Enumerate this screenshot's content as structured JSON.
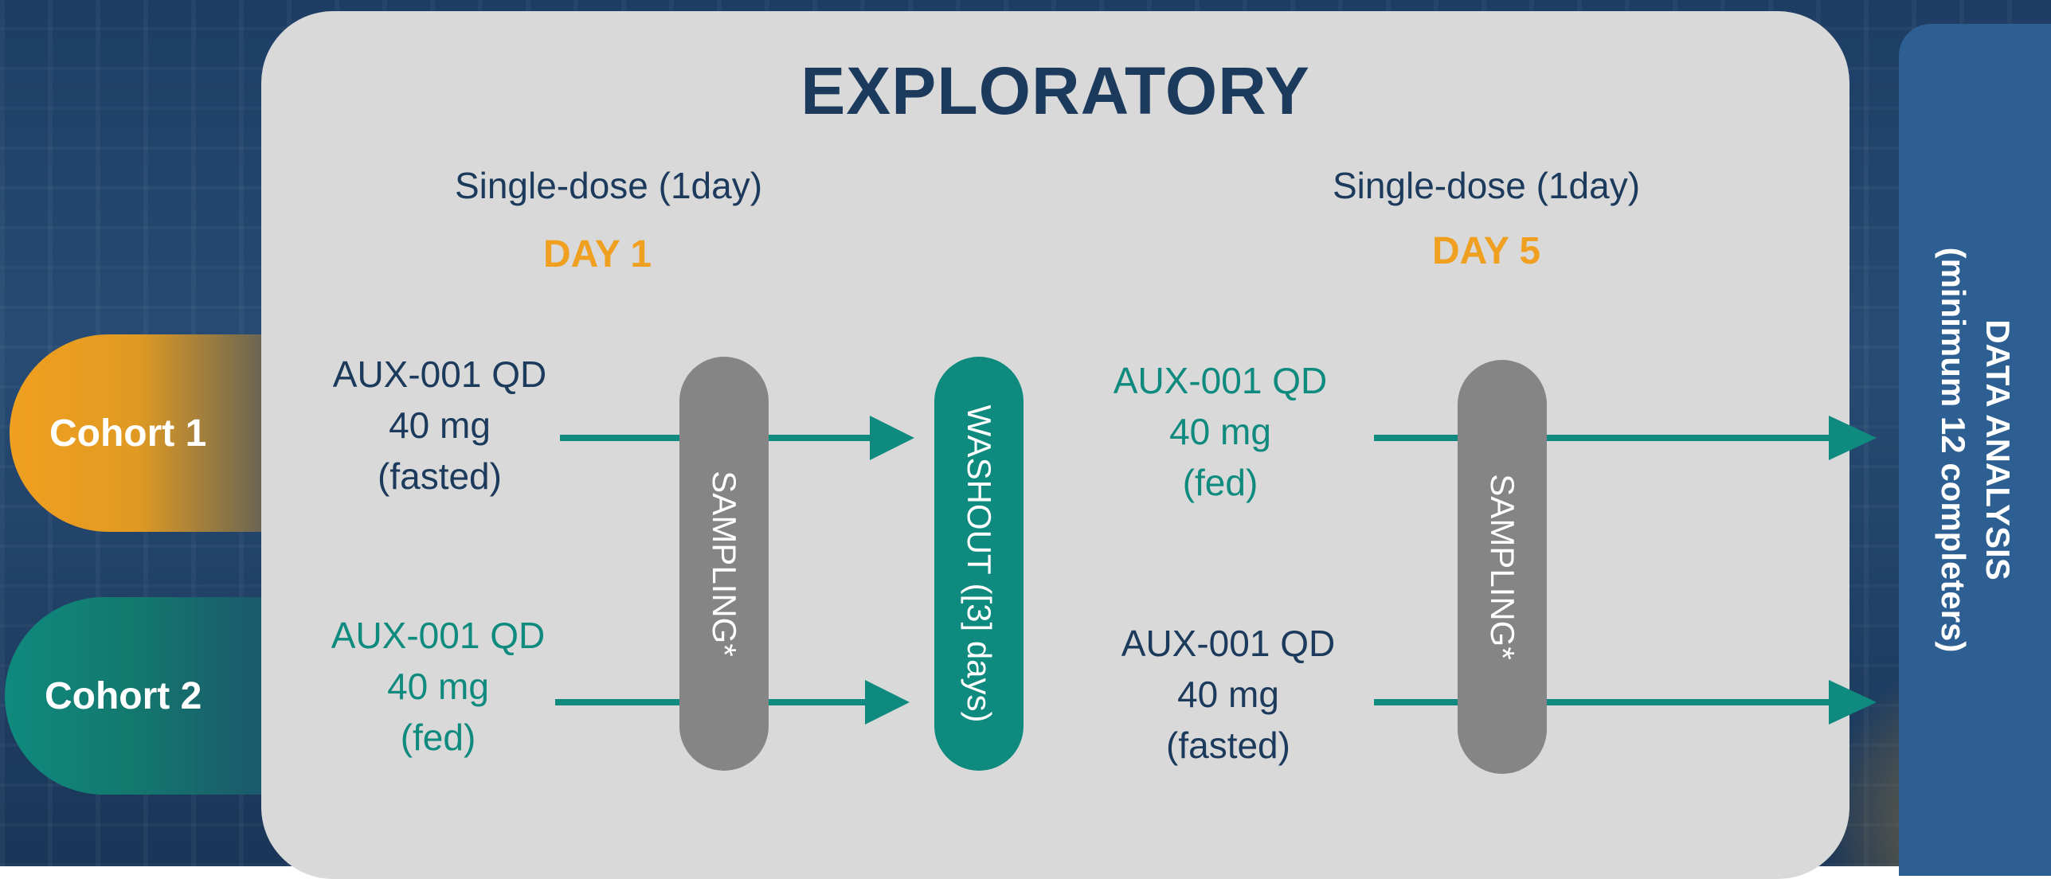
{
  "title": "EXPLORATORY",
  "periods": [
    {
      "subtitle": "Single-dose (1day)",
      "day": "DAY 1"
    },
    {
      "subtitle": "Single-dose (1day)",
      "day": "DAY 5"
    }
  ],
  "cohorts": [
    {
      "label": "Cohort 1"
    },
    {
      "label": "Cohort 2"
    }
  ],
  "doses": {
    "c1_p1": {
      "line1": "AUX-001 QD",
      "line2": "40 mg",
      "line3": "(fasted)"
    },
    "c2_p1": {
      "line1": "AUX-001 QD",
      "line2": "40 mg",
      "line3": "(fed)"
    },
    "c1_p2": {
      "line1": "AUX-001 QD",
      "line2": "40 mg",
      "line3": "(fed)"
    },
    "c2_p2": {
      "line1": "AUX-001 QD",
      "line2": "40 mg",
      "line3": "(fasted)"
    }
  },
  "sampling_label": "SAMPLING*",
  "washout_label": "WASHOUT ([3] days)",
  "analysis": {
    "line1": "DATA ANALYSIS",
    "line2": "(minimum 12 completers)"
  },
  "colors": {
    "teal": "#0f8a7e",
    "orange": "#f0a020",
    "navy": "#1b3a5c",
    "gray": "#858585",
    "panel": "#d9d9d9",
    "analysis": "#2d5f93"
  }
}
